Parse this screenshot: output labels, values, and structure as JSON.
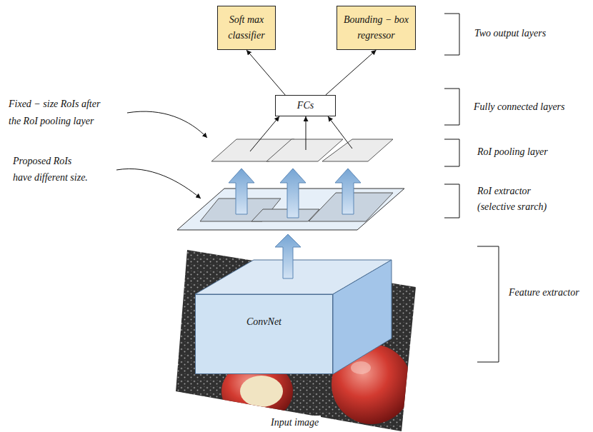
{
  "diagram": {
    "nodes": [
      {
        "text": [
          "Soft max classifier"
        ]
      },
      {
        "text": [
          "Bounding − box regressor"
        ]
      },
      {
        "text": [
          "FCs"
        ]
      },
      {
        "text": [
          "ConvNet"
        ]
      }
    ],
    "edges": [
      {
        "from": 2,
        "to": 0,
        "arrow": "to"
      },
      {
        "from": 2,
        "to": 1,
        "arrow": "to"
      }
    ],
    "labels": [
      "Two output layers",
      "Fully connected layers",
      "RoI pooling layer",
      "RoI extractor (selective srarch)",
      "Feature extractor",
      "Fixed − size RoIs after the RoI pooling layer",
      "Proposed RoIs have different size.",
      "Input image"
    ]
  }
}
